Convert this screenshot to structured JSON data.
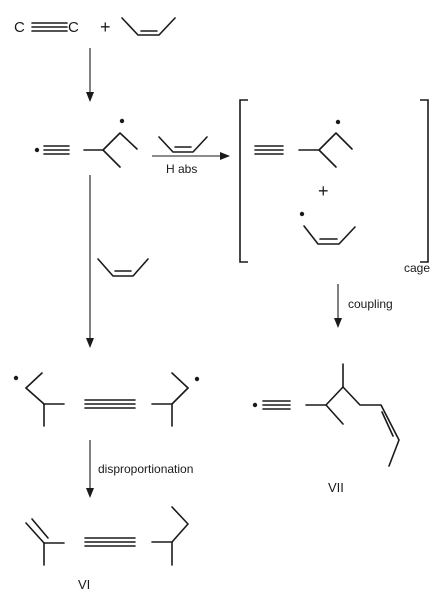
{
  "scheme": {
    "atom_c_left": "C",
    "atom_c_right": "C",
    "plus_top": "+",
    "plus_cage": "+",
    "h_abs_label": "H abs",
    "cage_label": "cage",
    "coupling_label": "coupling",
    "disproportionation_label": "disproportionation",
    "label_vi": "VI",
    "label_vii": "VII"
  }
}
